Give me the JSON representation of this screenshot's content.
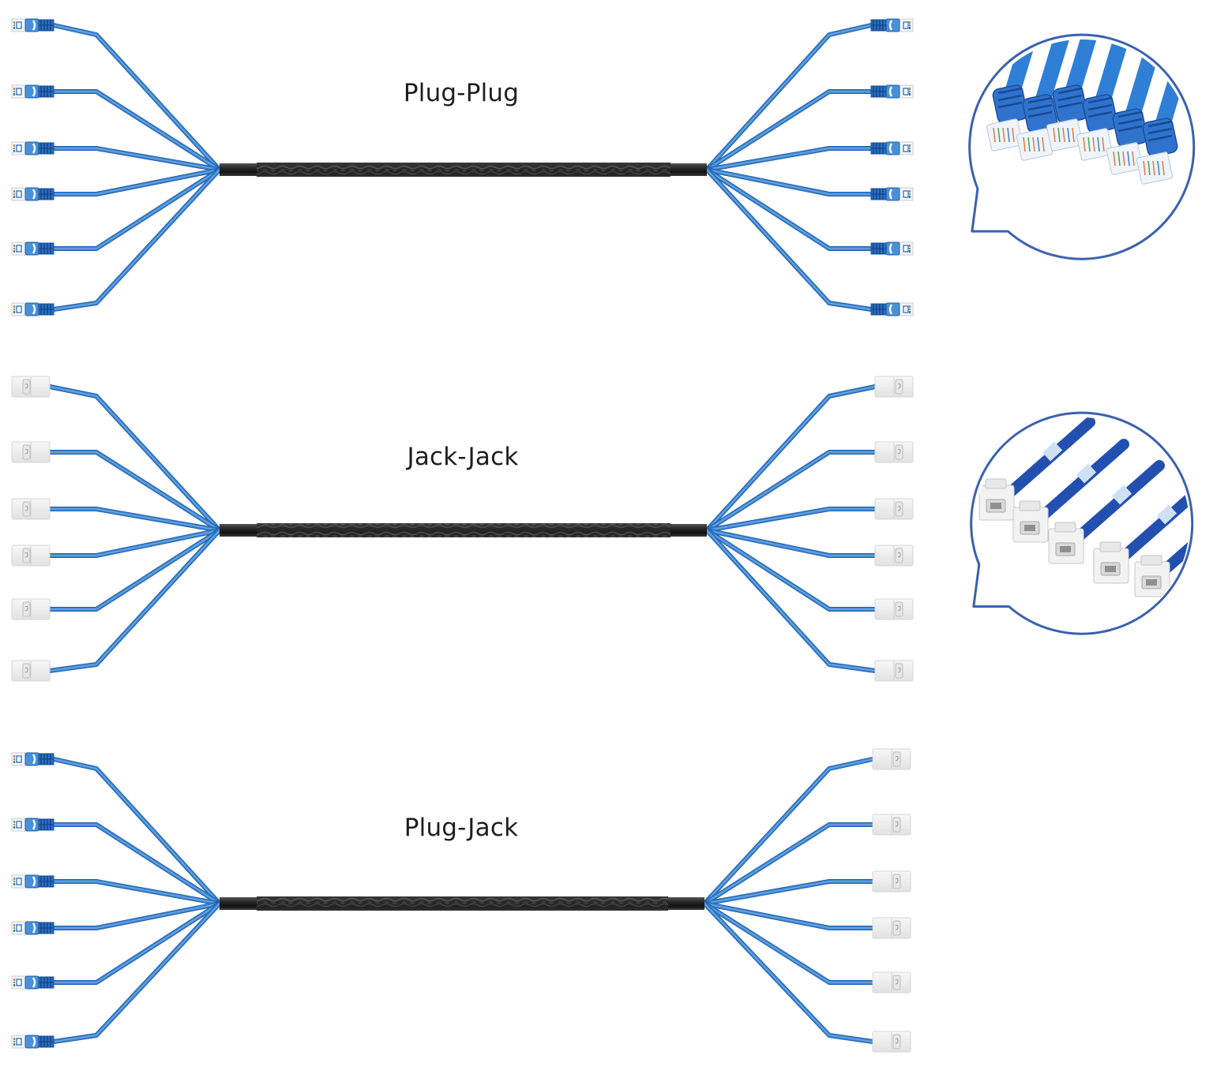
{
  "diagrams": [
    {
      "title": "Plug-Plug",
      "left_connector": "rj45-plug",
      "right_connector": "rj45-plug",
      "legs_per_end": 6,
      "photo_callout": "rj45-plug-photo"
    },
    {
      "title": "Jack-Jack",
      "left_connector": "keystone-jack",
      "right_connector": "keystone-jack",
      "legs_per_end": 6,
      "photo_callout": "keystone-jack-photo"
    },
    {
      "title": "Plug-Jack",
      "left_connector": "rj45-plug",
      "right_connector": "keystone-jack",
      "legs_per_end": 6,
      "photo_callout": null
    }
  ],
  "colors": {
    "leg_blue": "#3f86cf",
    "leg_blue_dark": "#1e5fae",
    "plug_blue": "#4a90d9",
    "trunk_black": "#1c1c1c",
    "jack_white": "#eeeeee",
    "bubble_outline": "#3a62ad",
    "title_text": "#1e1e1e"
  }
}
